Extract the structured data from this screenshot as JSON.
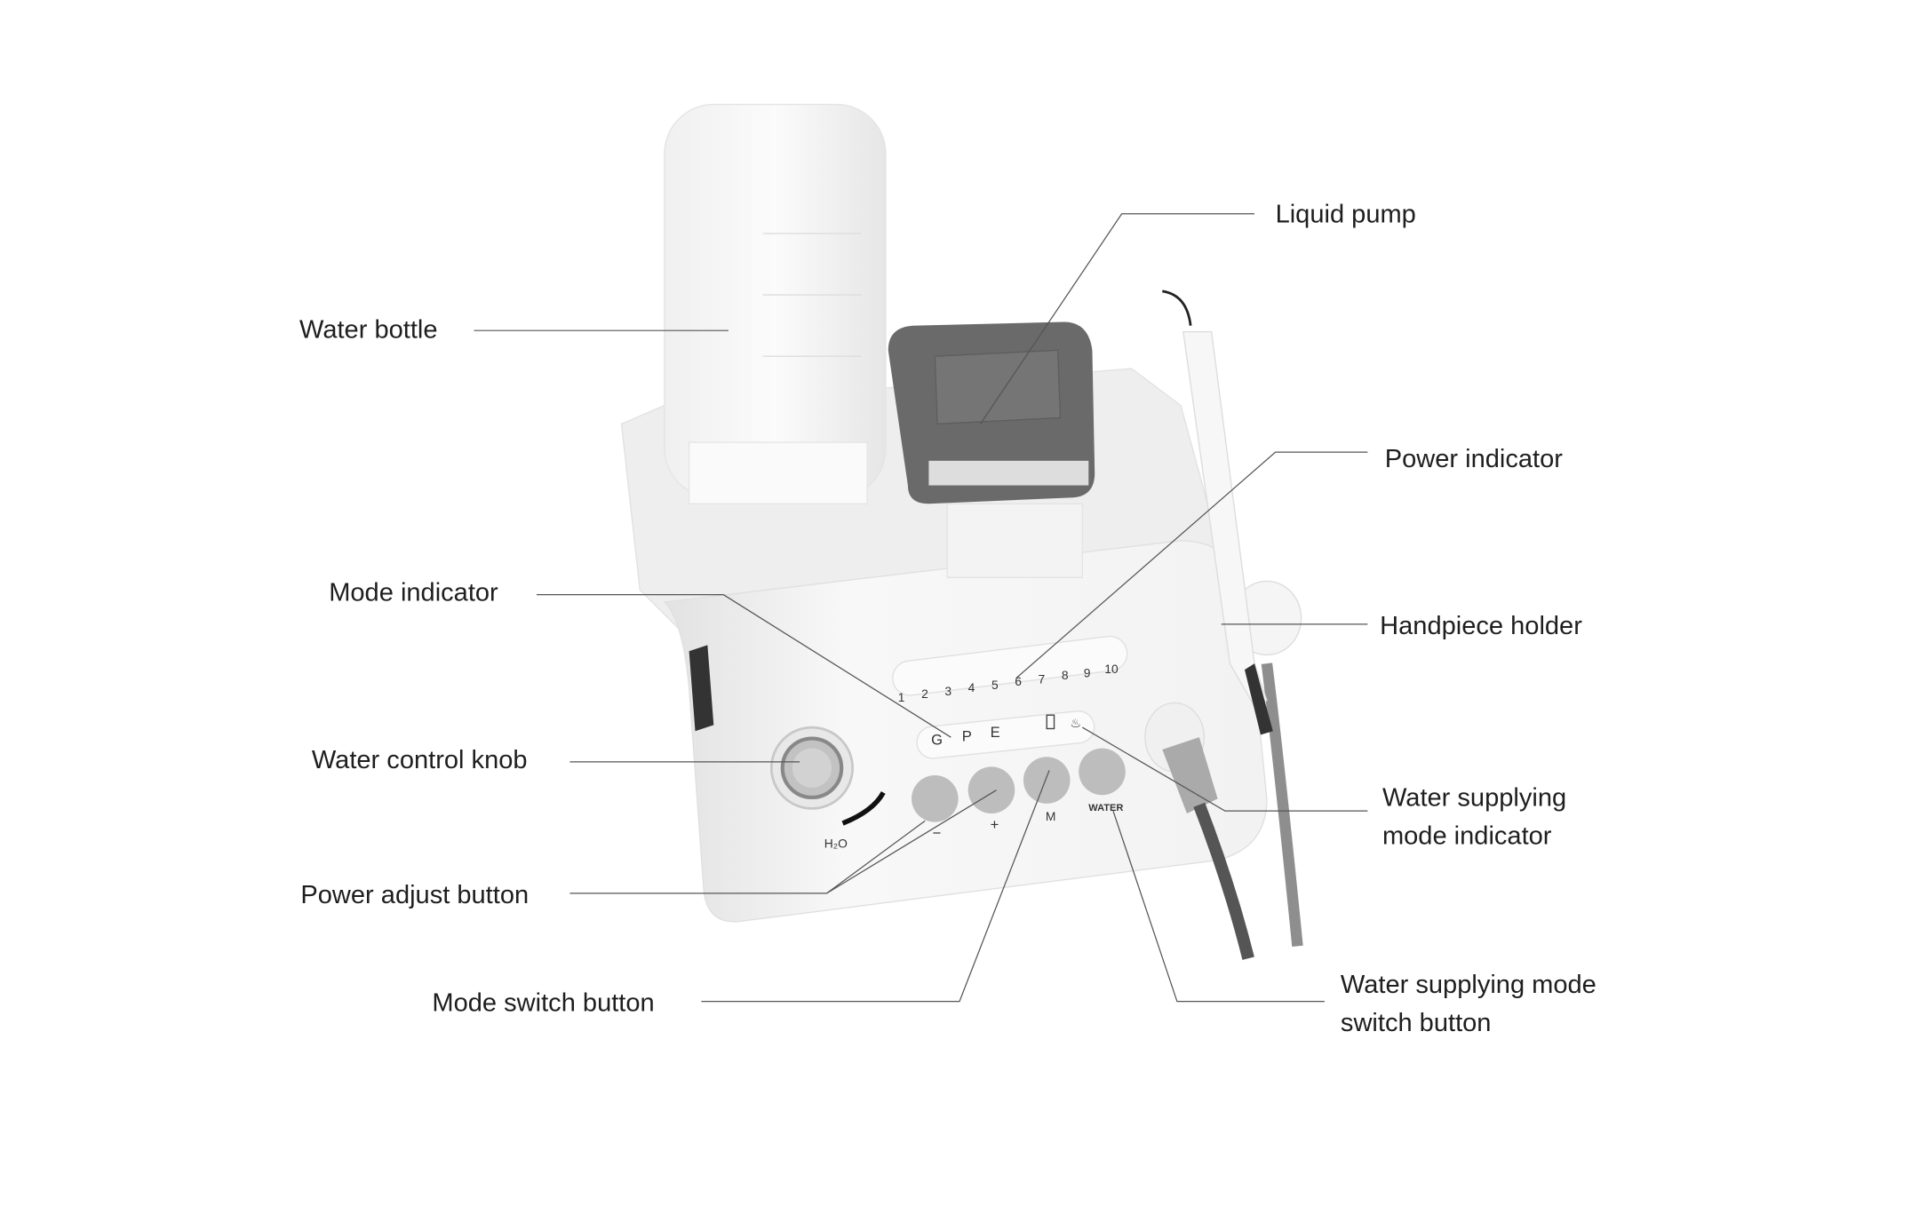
{
  "labels": {
    "water_bottle": "Water bottle",
    "liquid_pump": "Liquid pump",
    "power_indicator": "Power indicator",
    "mode_indicator": "Mode indicator",
    "handpiece_holder": "Handpiece holder",
    "water_control_knob": "Water control knob",
    "water_supplying_mode_indicator": [
      "Water supplying",
      "mode indicator"
    ],
    "power_adjust_button": "Power adjust button",
    "mode_switch_button": "Mode switch button",
    "water_supplying_mode_switch_button": [
      "Water supplying mode",
      "switch button"
    ]
  },
  "panel": {
    "power_levels": [
      "1",
      "2",
      "3",
      "4",
      "5",
      "6",
      "7",
      "8",
      "9",
      "10"
    ],
    "modes": [
      "G",
      "P",
      "E"
    ],
    "buttons": [
      "−",
      "+",
      "M",
      "WATER"
    ],
    "knob_label": "H₂O"
  },
  "colors": {
    "device": "#f4f4f4",
    "pump": "#6a6a6a",
    "button": "#bdbdbd",
    "cable": "#8e8e8e"
  }
}
